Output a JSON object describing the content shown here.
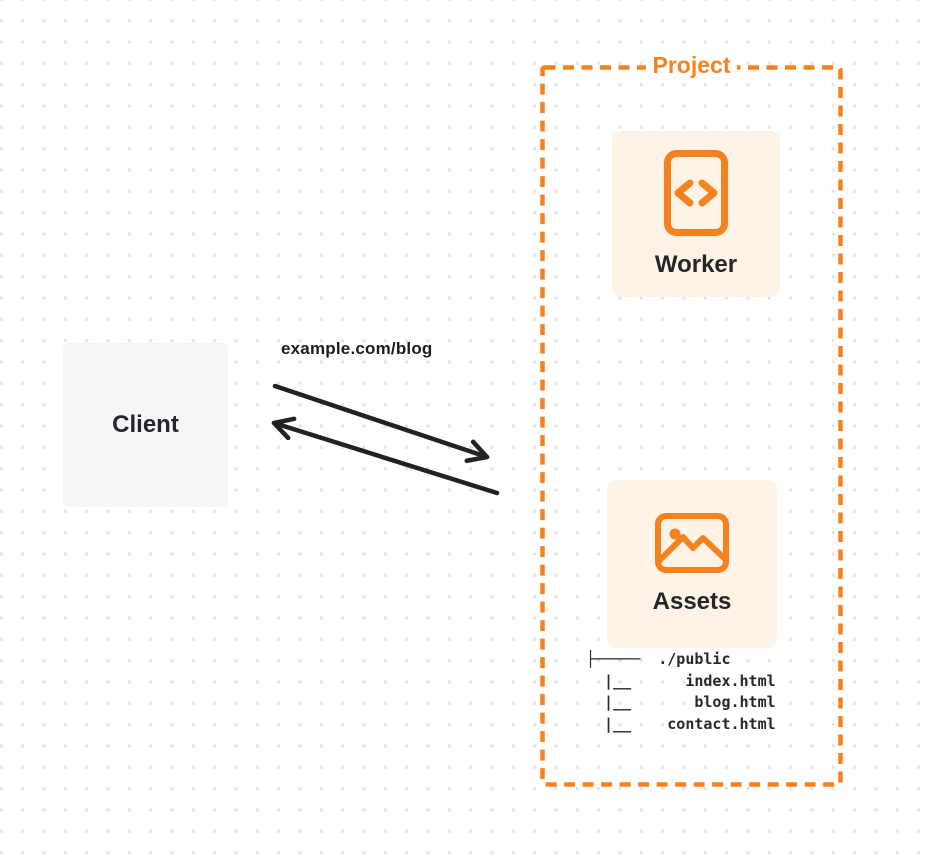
{
  "colors": {
    "accent": "#F6821F",
    "card_bg": "#FDF3E7",
    "client_bg": "#F6F6F8",
    "ink": "#26262A",
    "arrow": "#202225",
    "dot": "#E4E3E6"
  },
  "client": {
    "label": "Client"
  },
  "request": {
    "label": "example.com/blog"
  },
  "project": {
    "label": "Project",
    "worker": {
      "label": "Worker",
      "icon": "code-document-icon"
    },
    "assets": {
      "label": "Assets",
      "icon": "image-icon"
    },
    "tree": {
      "lines": [
        "├─────  ./public",
        "  |__      index.html",
        "  |__       blog.html",
        "  |__    contact.html"
      ]
    }
  }
}
